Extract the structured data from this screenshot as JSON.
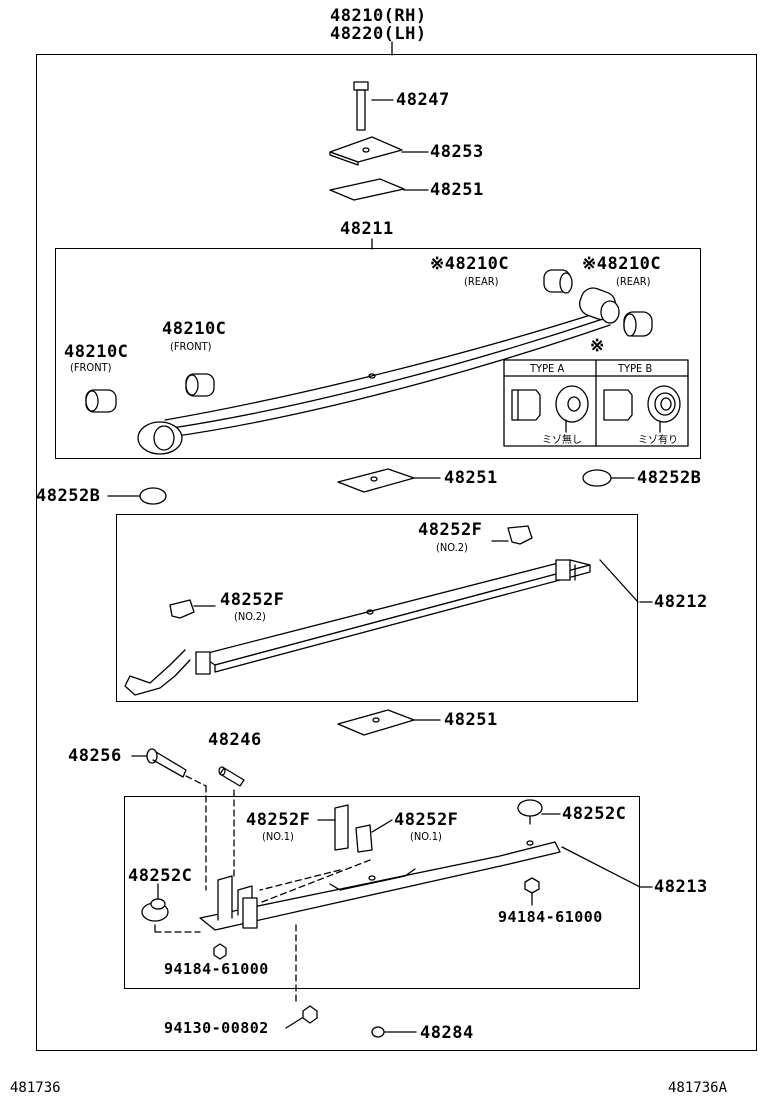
{
  "header": {
    "line1": "48210(RH)",
    "line2": "48220(LH)"
  },
  "parts": {
    "p48247": "48247",
    "p48253": "48253",
    "p48251_top": "48251",
    "p48211": "48211",
    "p48210c_rear1": "※48210C",
    "p48210c_rear1_sub": "(REAR)",
    "p48210c_rear2": "※48210C",
    "p48210c_rear2_sub": "(REAR)",
    "p48210c_front1": "48210C",
    "p48210c_front1_sub": "(FRONT)",
    "p48210c_front2": "48210C",
    "p48210c_front2_sub": "(FRONT)",
    "type_mark": "※",
    "type_a": "TYPE A",
    "type_b": "TYPE B",
    "type_a_note": "ミゾ無し",
    "type_b_note": "ミゾ有り",
    "p48251_mid": "48251",
    "p48252b_right": "48252B",
    "p48252b_left": "48252B",
    "p48252f_top": "48252F",
    "p48252f_top_sub": "(NO.2)",
    "p48252f_left": "48252F",
    "p48252f_left_sub": "(NO.2)",
    "p48212": "48212",
    "p48251_low": "48251",
    "p48256": "48256",
    "p48246": "48246",
    "p48252f_no1a": "48252F",
    "p48252f_no1a_sub": "(NO.1)",
    "p48252f_no1b": "48252F",
    "p48252f_no1b_sub": "(NO.1)",
    "p48252c_right": "48252C",
    "p48252c_left": "48252C",
    "p48213": "48213",
    "p94184_right": "94184-61000",
    "p94184_left": "94184-61000",
    "p94130": "94130-00802",
    "p48284": "48284"
  },
  "footer": {
    "left_code": "481736",
    "right_code": "481736A"
  }
}
